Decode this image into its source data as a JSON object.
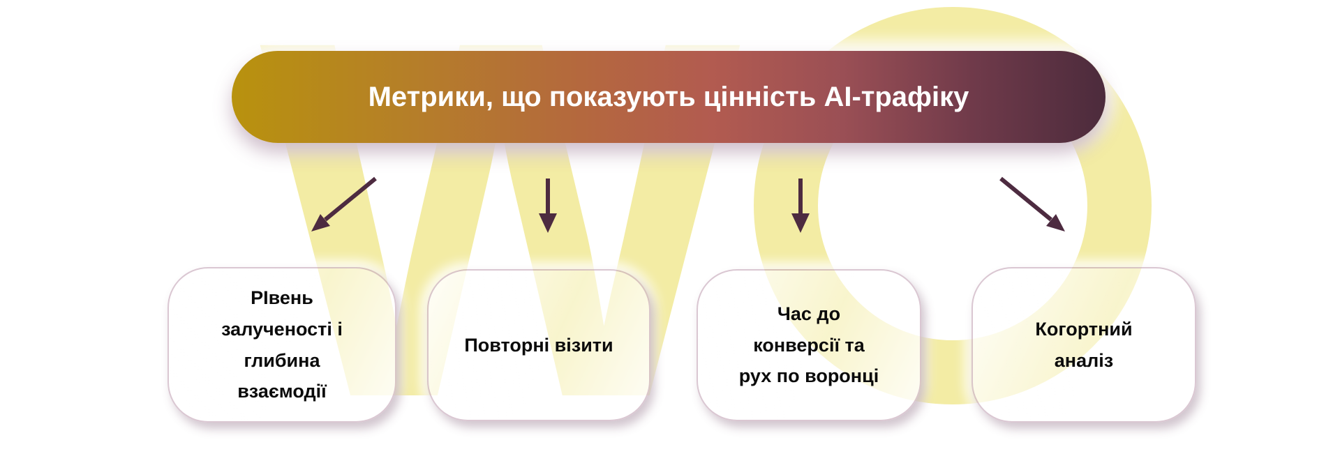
{
  "banner": {
    "title": "Метрики, що показують цінність AI-трафіку",
    "gradient": [
      "#B8920E",
      "#B4683E",
      "#B25B50",
      "#6F3A4A",
      "#4C2B3C"
    ],
    "text_color": "#FFFFFF"
  },
  "watermark": {
    "letter_w": "W",
    "letter_o": "O",
    "color": "#F3ECA4"
  },
  "arrows": {
    "color": "#4D2B40",
    "items": [
      {
        "direction": "down-left"
      },
      {
        "direction": "down"
      },
      {
        "direction": "down"
      },
      {
        "direction": "down-right"
      }
    ]
  },
  "boxes": {
    "border_color": "#C9A5BB",
    "items": [
      {
        "label": "РІвень\nзалученості і\nглибина\nвзаємодії"
      },
      {
        "label": "Повторні візити"
      },
      {
        "label": "Час до\nконверсії та\nрух по воронці"
      },
      {
        "label": "Когортний\nаналіз"
      }
    ]
  }
}
